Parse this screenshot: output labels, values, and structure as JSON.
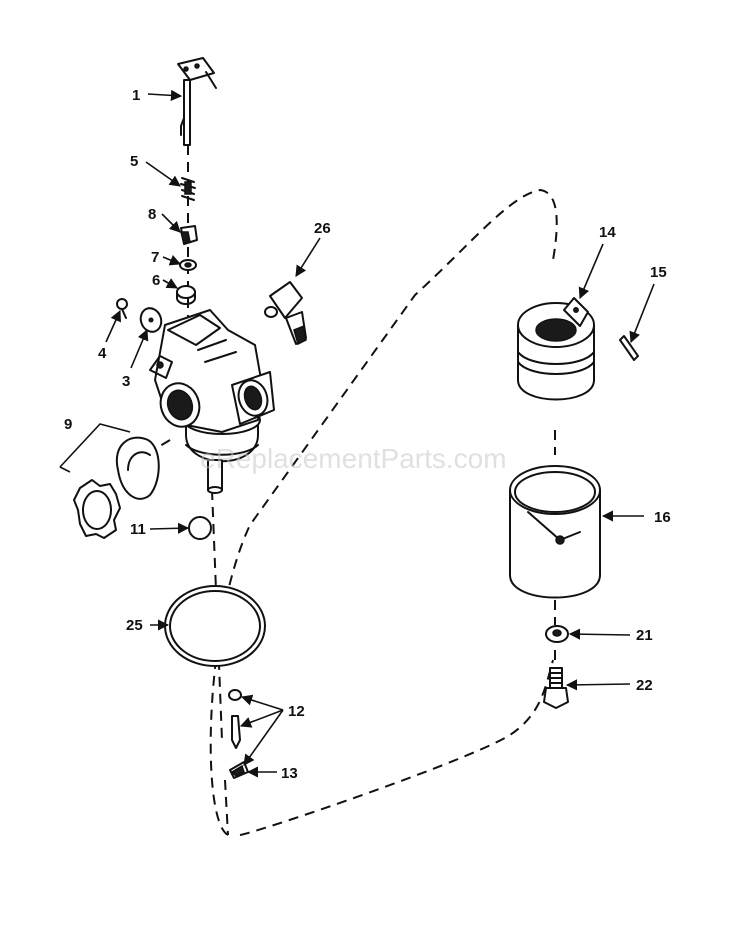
{
  "watermark": "eReplacementParts.com",
  "callouts": {
    "c1": "1",
    "c3": "3",
    "c4": "4",
    "c5": "5",
    "c6": "6",
    "c7": "7",
    "c8": "8",
    "c9": "9",
    "c11": "11",
    "c12": "12",
    "c13": "13",
    "c14": "14",
    "c15": "15",
    "c16": "16",
    "c21": "21",
    "c22": "22",
    "c25": "25",
    "c26": "26"
  }
}
